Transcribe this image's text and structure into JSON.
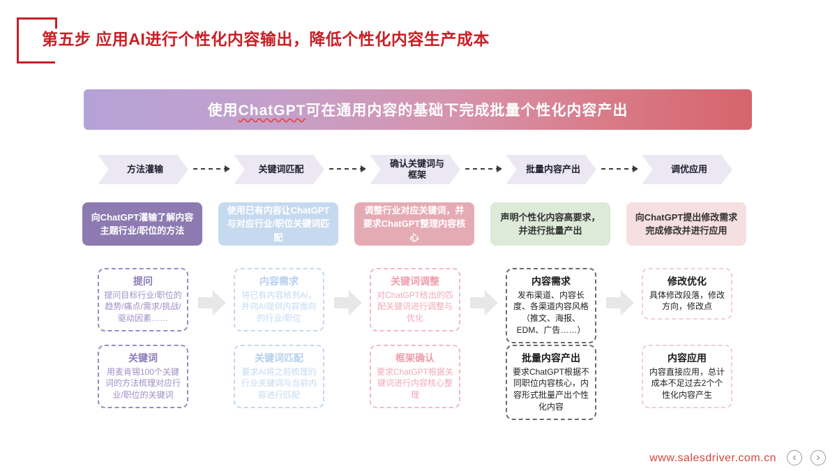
{
  "page": {
    "title": "第五步 应用AI进行个性化内容输出，降低个性化内容生产成本"
  },
  "banner": {
    "text_prefix": "使用",
    "text_brand": "ChatGPT",
    "text_suffix": "可在通用内容的基础下完成批量个性化内容产出"
  },
  "flow_steps": [
    {
      "label": "方法灌输"
    },
    {
      "label": "关键词匹配"
    },
    {
      "label": "确认关键词与框架"
    },
    {
      "label": "批量内容产出"
    },
    {
      "label": "调优应用"
    }
  ],
  "summary_boxes": [
    {
      "text": "向ChatGPT灌输了解内容主题行业/职位的方法",
      "bg": "#8c7ab1",
      "text_color": "#ffffff"
    },
    {
      "text": "使用已有内容让ChatGPT与对应行业/职位关键词匹配",
      "bg": "#c6daef",
      "text_color": "#ffffff"
    },
    {
      "text": "调整行业对应关键词，并要求ChatGPT整理内容核心",
      "bg": "#e5abb5",
      "text_color": "#ffffff"
    },
    {
      "text": "声明个性化内容高要求，并进行批量产出",
      "bg": "#dcead7",
      "text_color": "#333333"
    },
    {
      "text": "向ChatGPT提出修改需求完成修改并进行应用",
      "bg": "#f6dfe1",
      "text_color": "#333333"
    }
  ],
  "detail_columns": [
    {
      "accent": "#9b8ac4",
      "title_color": "#8d7ab8",
      "body_color": "#9f8fc6",
      "top": {
        "title": "提问",
        "body": "提问目标行业/职位的趋势/痛点/需求/挑战/驱动因素……"
      },
      "bottom": {
        "title": "关键词",
        "body": "用麦肯锡100个关键词的方法梳理对应行业/职位的关键词"
      }
    },
    {
      "accent": "#c3d9f0",
      "title_color": "#b7d0ec",
      "body_color": "#c3d9f0",
      "top": {
        "title": "内容需求",
        "body": "将已有内容给到AI，并向AI提供内容面向的行业/职位"
      },
      "bottom": {
        "title": "关键词匹配",
        "body": "要求AI将之前梳理的行业关键词与当前内容进行匹配"
      }
    },
    {
      "accent": "#f2bac4",
      "title_color": "#ee9fae",
      "body_color": "#f0aab7",
      "top": {
        "title": "关键词调整",
        "body": "对ChatGPT给出的匹配关键词进行调整与优化"
      },
      "bottom": {
        "title": "框架确认",
        "body": "要求ChatGPT根据关键词进行内容核心整理"
      }
    },
    {
      "accent": "#6b6b6b",
      "title_color": "#1a1a1a",
      "body_color": "#222222",
      "top": {
        "title": "内容需求",
        "body": "发布渠道、内容长度、各渠道内容风格（推文、海报、EDM、广告……）"
      },
      "bottom": {
        "title": "批量内容产出",
        "body": "要求ChatGPT根据不同职位内容核心，内容形式批量产出个性化内容"
      }
    },
    {
      "accent": "#f4ccd4",
      "title_color": "#1a1a1a",
      "body_color": "#222222",
      "top": {
        "title": "修改优化",
        "body": "具体修改段落，修改方向，修改点"
      },
      "bottom": {
        "title": "内容应用",
        "body": "内容直接应用，总计成本不足过去2个个性化内容产生"
      }
    }
  ],
  "footer": {
    "website": "www.salesdriver.com.cn",
    "prev_icon": "‹",
    "next_icon": "›"
  },
  "colors": {
    "title_red": "#c81e25",
    "banner_gradient_left": "#b4a2d7",
    "banner_gradient_right": "#d6646c",
    "chevron_bg": "#ebe7f3",
    "block_arrow_gray": "#e7e7e7",
    "footer_red": "#d0473d"
  }
}
